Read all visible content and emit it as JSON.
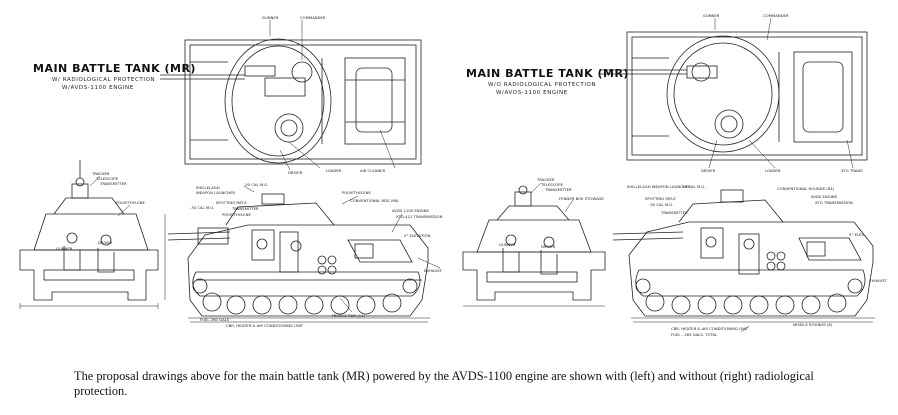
{
  "left_drawing": {
    "title": "MAIN BATTLE TANK (MR)",
    "subtitle_line1": "W/ RADIOLOGICAL PROTECTION",
    "subtitle_line2": "W/AVDS-1100 ENGINE",
    "labels": {
      "gunner_top": "GUNNER",
      "commander_top": "COMMANDER",
      "loader_top": "LOADER",
      "air_cleaner": "AIR CLEANER",
      "driver_top": "DRIVER",
      "tracker": "TRACKER",
      "telescope": "TELESCOPE",
      "transmitter": "TRANSMITTER",
      "polyethylene_front": "POLYETHYLENE",
      "shillelagh": "SHILLELAGH",
      "weapon_launcher": "WEAPON LAUNCHER",
      "cal30_mg": ".30 CAL M.G.",
      "cal50_mg": ".50 CAL M.G.",
      "spotting_rifle": "SPOTTING RIFLE",
      "transmitter_side": "TRANSMITTER",
      "polyethylene_side": "POLYETHYLENE",
      "polyethylene_top": "POLYETHYLENE",
      "conventional_rds": "CONVENTIONAL RDS (98)",
      "avds_engine": "AVDS 1100 ENGINE",
      "xtg_transmission": "XTG-411 TRANSMISSION",
      "elevation": "5° ELEVATION",
      "exhaust": "EXHAUST",
      "fuel": "FUEL 260 GALS",
      "cbr_unit": "CBR, HEATER & AIR CONDITIONING UNIT",
      "missile_rds": "MISSILE RDS (11)",
      "gunner_front": "GUNNER",
      "driver_front": "DRIVER"
    }
  },
  "right_drawing": {
    "title": "MAIN BATTLE TANK (MR)",
    "subtitle_line1": "W/O RADIOLOGICAL PROTECTION",
    "subtitle_line2": "W/AVDS-1100 ENGINE",
    "labels": {
      "gunner_top": "GUNNER",
      "commander_top": "COMMANDER",
      "driver_top": "DRIVER",
      "loader_top": "LOADER",
      "transmission": "XTG TRANS",
      "tracker": "TRACKER",
      "telescope": "TELESCOPE",
      "transmitter": "TRANSMITTER",
      "fender_box": "FENDER BOX STOWAGE",
      "shillelagh_launcher": "SHILLELAGH WEAPON LAUNCHER",
      "spotting_rifle": "SPOTTING RIFLE",
      "cal30_mg": ".30 CAL M.G.",
      "cal50_mg": ".50 CAL M.G.",
      "transmitter_side": "TRANSMITTER",
      "conventional_rds": "CONVENTIONAL ROUNDS (84)",
      "avds_engine": "AVDS ENGINE",
      "transmission_side": "XTG TRANSMISSION",
      "elevation": "5° ELEV.",
      "exhaust": "EXHAUST",
      "cbr_unit": "CBR, HEATER & AIR CONDITIONING UNIT",
      "fuel": "FUEL - 265 GALS. TOTAL",
      "missile_rds": "MISSILE ROUNDS (6)",
      "gunner_front": "GUNNER",
      "driver_front": "DRIVER"
    }
  },
  "caption": "The proposal drawings above for the main battle tank (MR) powered by the AVDS-1100 engine are shown with (left) and without (right) radiological protection."
}
